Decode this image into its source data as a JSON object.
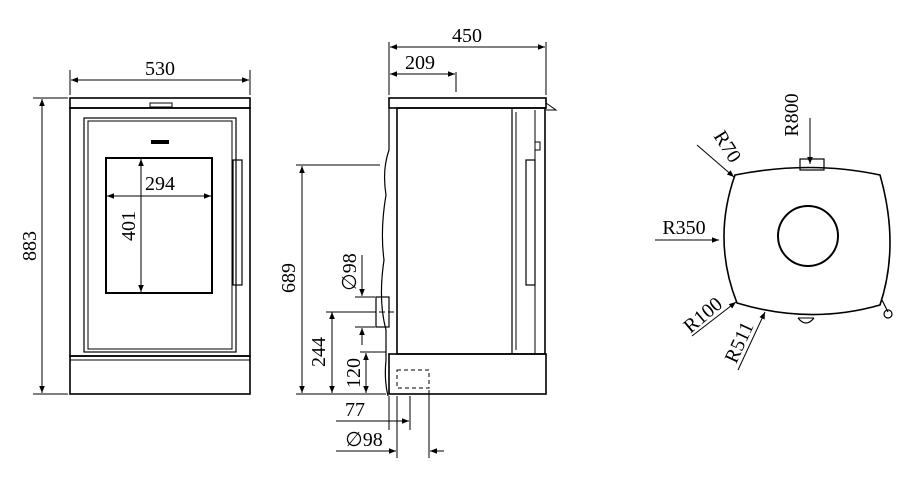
{
  "front_view": {
    "width_label": "530",
    "height_label": "883",
    "glass_width_label": "294",
    "glass_height_label": "401"
  },
  "side_view": {
    "depth_label": "450",
    "flue_offset_label": "209",
    "rear_outlet_height_label": "689",
    "rear_outlet_diameter_label": "∅98",
    "side_inlet_height_label": "244",
    "base_inlet_height_label": "120",
    "base_inlet_offset_label": "77",
    "base_inlet_diameter_label": "∅98"
  },
  "top_view": {
    "radius_top_label": "R800",
    "radius_corner_top_label": "R70",
    "radius_side_label": "R350",
    "radius_corner_bottom_label": "R100",
    "radius_bottom_label": "R511"
  },
  "colors": {
    "stroke": "#000000",
    "background": "#ffffff"
  }
}
